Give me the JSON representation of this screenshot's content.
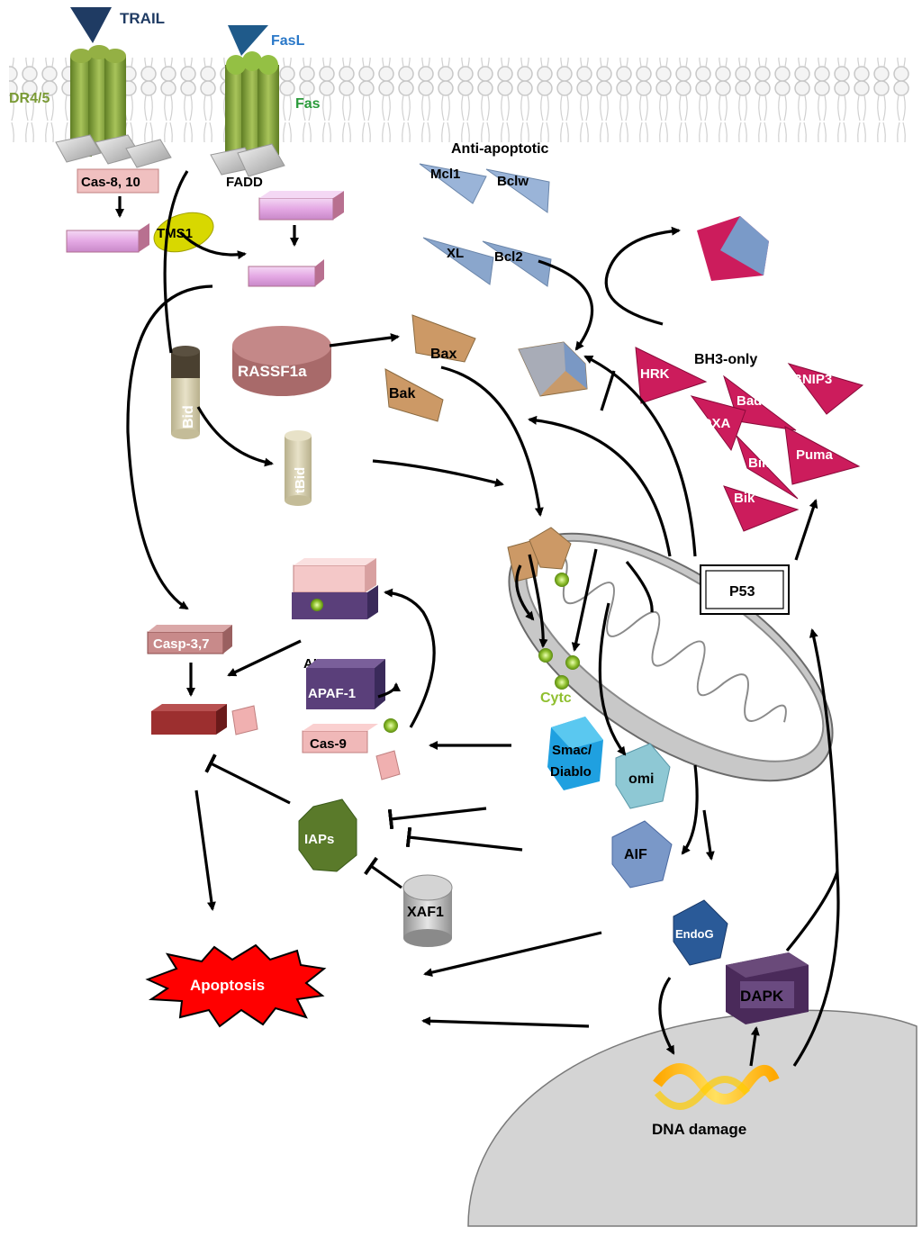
{
  "ligands": {
    "trail": "TRAIL",
    "fasl": "FasL"
  },
  "receptors": {
    "dr45": "DR4/5",
    "fas": "Fas"
  },
  "adaptors": {
    "fadd": "FADD",
    "tms1": "TMS1"
  },
  "caspases": {
    "cas8_10": "Cas-8, 10",
    "casp3_7": "Casp-3,7",
    "cas9": "Cas-9"
  },
  "bcl2_family": {
    "anti_title": "Anti-apoptotic",
    "mcl1": "Mcl1",
    "bclw": "Bclw",
    "xl": "XL",
    "bcl2": "Bcl2",
    "bax": "Bax",
    "bak": "Bak",
    "bh3_title": "BH3-only",
    "hrk": "HRK",
    "bad": "Bad",
    "bnip3": "BNIP3",
    "noxa": "NOXA",
    "bim": "Bim",
    "puma": "Puma",
    "bik": "Bik"
  },
  "other": {
    "rassf1a": "RASSF1a",
    "bid": "Bid",
    "tbid": "tBid",
    "aif_apoptosome": "AIF",
    "apaf1": "APAF-1",
    "cytc": "Cytc",
    "smac": "Smac/\nDiablo",
    "smac_line1": "Smac/",
    "smac_line2": "Diablo",
    "omi": "omi",
    "aif": "AIF",
    "endog": "EndoG",
    "iaps": "IAPs",
    "xaf1": "XAF1",
    "p53": "P53",
    "dapk": "DAPK",
    "dna_damage": "DNA damage",
    "apoptosis": "Apoptosis"
  },
  "colors": {
    "receptor_green": "#7a9a35",
    "ligand_navy": "#1f3b63",
    "caspase_pink": "#e8b8e8",
    "casp_red": "#9c2f2f",
    "bcl_blue": "#8aa6cc",
    "bh3_magenta": "#cc1c5c",
    "bax_tan": "#cc9966",
    "apaf_purple": "#5a3f7a",
    "smac_cyan": "#2aa3d8",
    "apoptosis_red": "#ff0000"
  }
}
